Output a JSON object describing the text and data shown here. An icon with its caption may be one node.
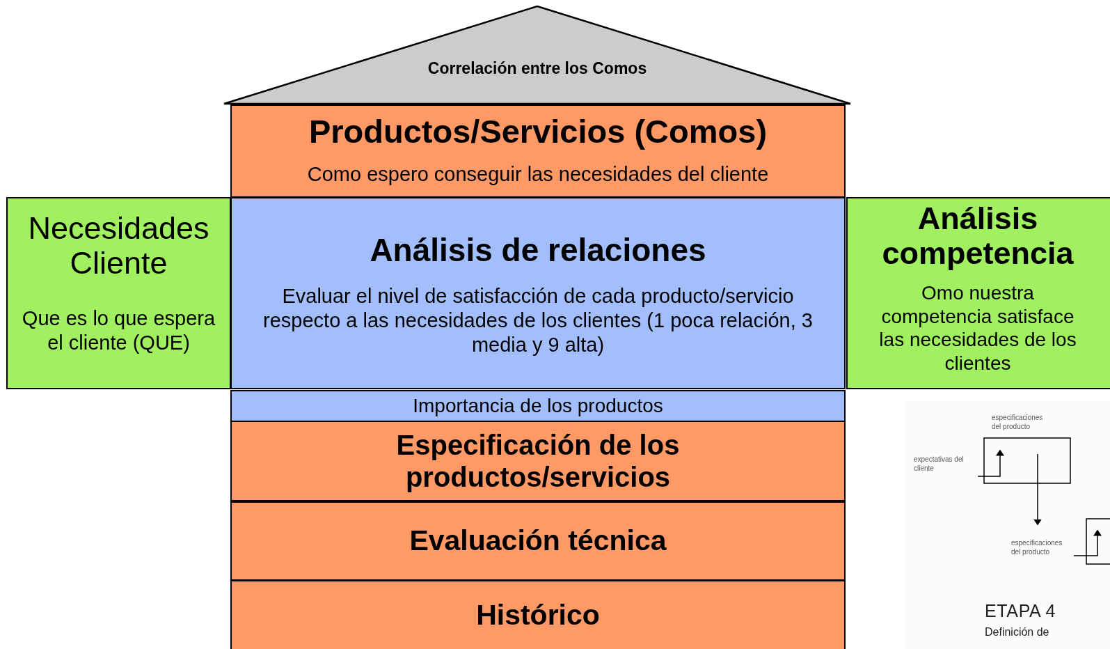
{
  "diagram": {
    "nodes": [
      {
        "text": [
          "Correlación entre los Comos"
        ]
      },
      {
        "text": [
          "Productos/Servicios (Comos)",
          "Como espero conseguir las necesidades del cliente"
        ]
      },
      {
        "text": [
          "Necesidades Cliente",
          "Que es lo que espera el cliente (QUE)"
        ]
      },
      {
        "text": [
          "Análisis de relaciones",
          "Evaluar el nivel de satisfacción de cada producto/servicio respecto a las necesidades de los clientes (1 poca relación, 3 media y 9 alta)"
        ]
      },
      {
        "text": [
          "Análisis competencia",
          "Omo nuestra competencia satisface las necesidades de los clientes"
        ]
      },
      {
        "text": [
          "Importancia de los productos"
        ]
      },
      {
        "text": [
          "Especificación de los productos/servicios"
        ]
      },
      {
        "text": [
          "Evaluación técnica"
        ]
      },
      {
        "text": [
          "Histórico"
        ]
      }
    ],
    "labels": [
      "especificaciones del producto",
      "expectativas del cliente",
      "especificaciones del producto",
      "ETAPA 4",
      "Definición de"
    ]
  }
}
